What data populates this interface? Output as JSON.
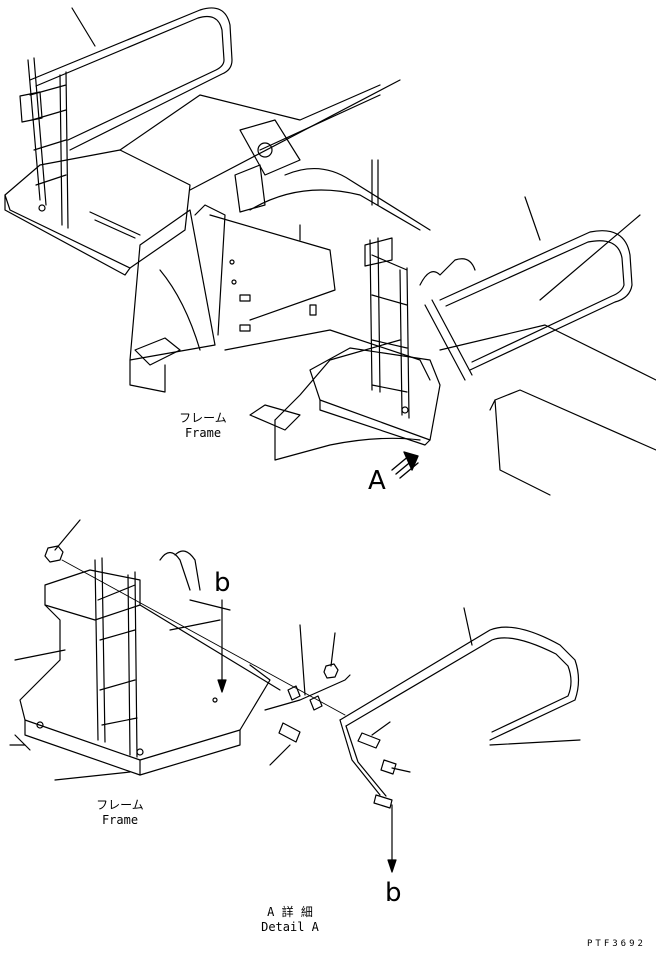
{
  "main_view": {
    "frame_label_jp": "フレーム",
    "frame_label_en": "Frame",
    "view_marker": "A"
  },
  "detail_view": {
    "frame_label_jp": "フレーム",
    "frame_label_en": "Frame",
    "section_marker_top": "b",
    "section_marker_bottom": "b",
    "detail_title_jp": "A 詳 細",
    "detail_title_en": "Detail A"
  },
  "drawing_code": "PTF3692"
}
